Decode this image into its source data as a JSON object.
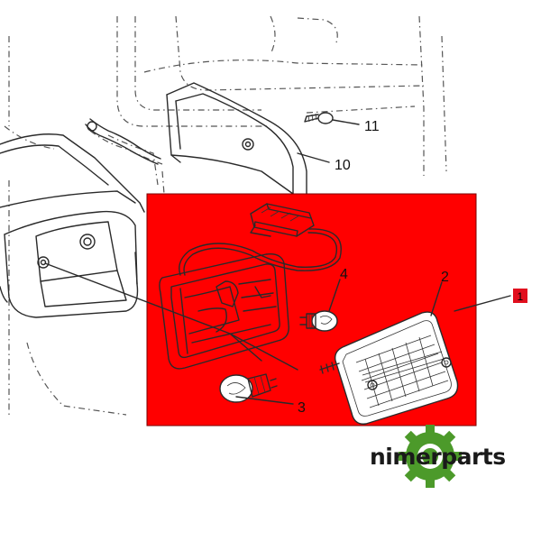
{
  "callouts": {
    "c1": "1",
    "c2": "2",
    "c3": "3",
    "c4": "4",
    "c10": "10",
    "c11": "11"
  },
  "brand": {
    "name": "nimerparts"
  },
  "colors": {
    "highlight": "#ff0000",
    "badge": "#e10f1e",
    "logo_green": "#4c9a2a"
  }
}
